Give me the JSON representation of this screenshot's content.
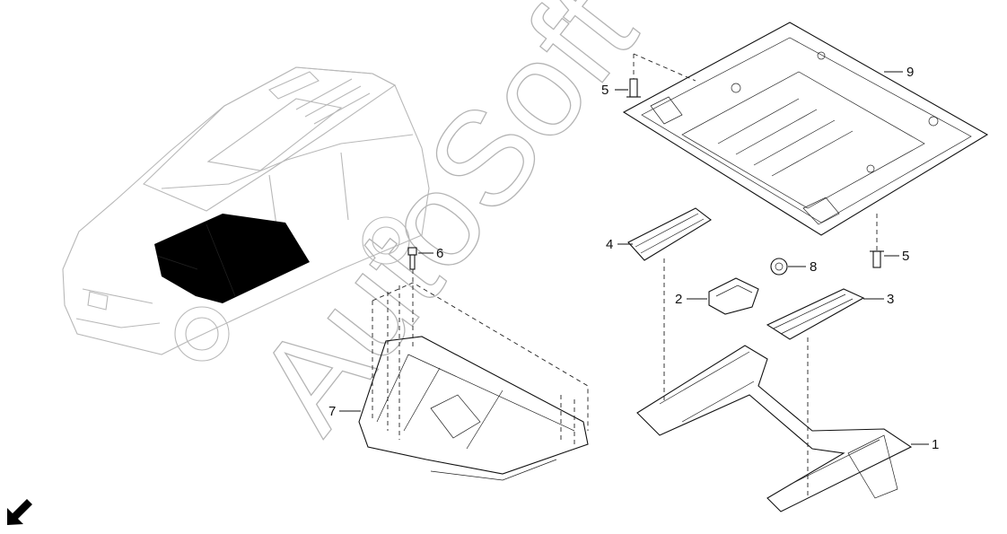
{
  "diagram": {
    "callouts": [
      {
        "id": "c1",
        "label": "1"
      },
      {
        "id": "c2",
        "label": "2"
      },
      {
        "id": "c3",
        "label": "3"
      },
      {
        "id": "c4",
        "label": "4"
      },
      {
        "id": "c5a",
        "label": "5"
      },
      {
        "id": "c5b",
        "label": "5"
      },
      {
        "id": "c6",
        "label": "6"
      },
      {
        "id": "c7",
        "label": "7"
      },
      {
        "id": "c8",
        "label": "8"
      },
      {
        "id": "c9",
        "label": "9"
      }
    ],
    "watermark": "AutoSoft",
    "colors": {
      "line": "#111111",
      "car": "#b8b8b8",
      "highlight": "#000000",
      "watermark": "#777777"
    },
    "icons": [
      "front-direction-arrow-icon"
    ]
  }
}
